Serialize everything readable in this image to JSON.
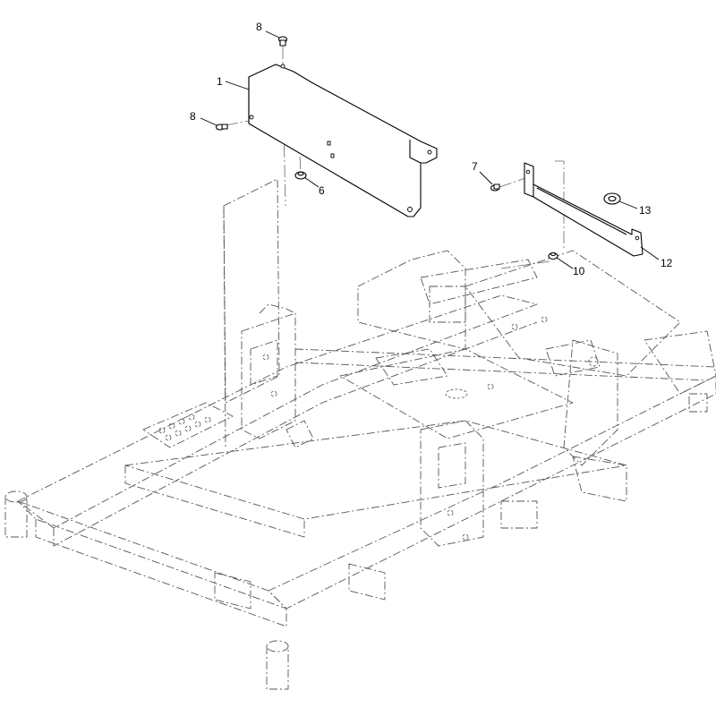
{
  "callouts": [
    {
      "id": "c1",
      "label": "1"
    },
    {
      "id": "c6",
      "label": "6"
    },
    {
      "id": "c7",
      "label": "7"
    },
    {
      "id": "c8a",
      "label": "8"
    },
    {
      "id": "c8b",
      "label": "8"
    },
    {
      "id": "c10",
      "label": "10"
    },
    {
      "id": "c12",
      "label": "12"
    },
    {
      "id": "c13",
      "label": "13"
    }
  ]
}
